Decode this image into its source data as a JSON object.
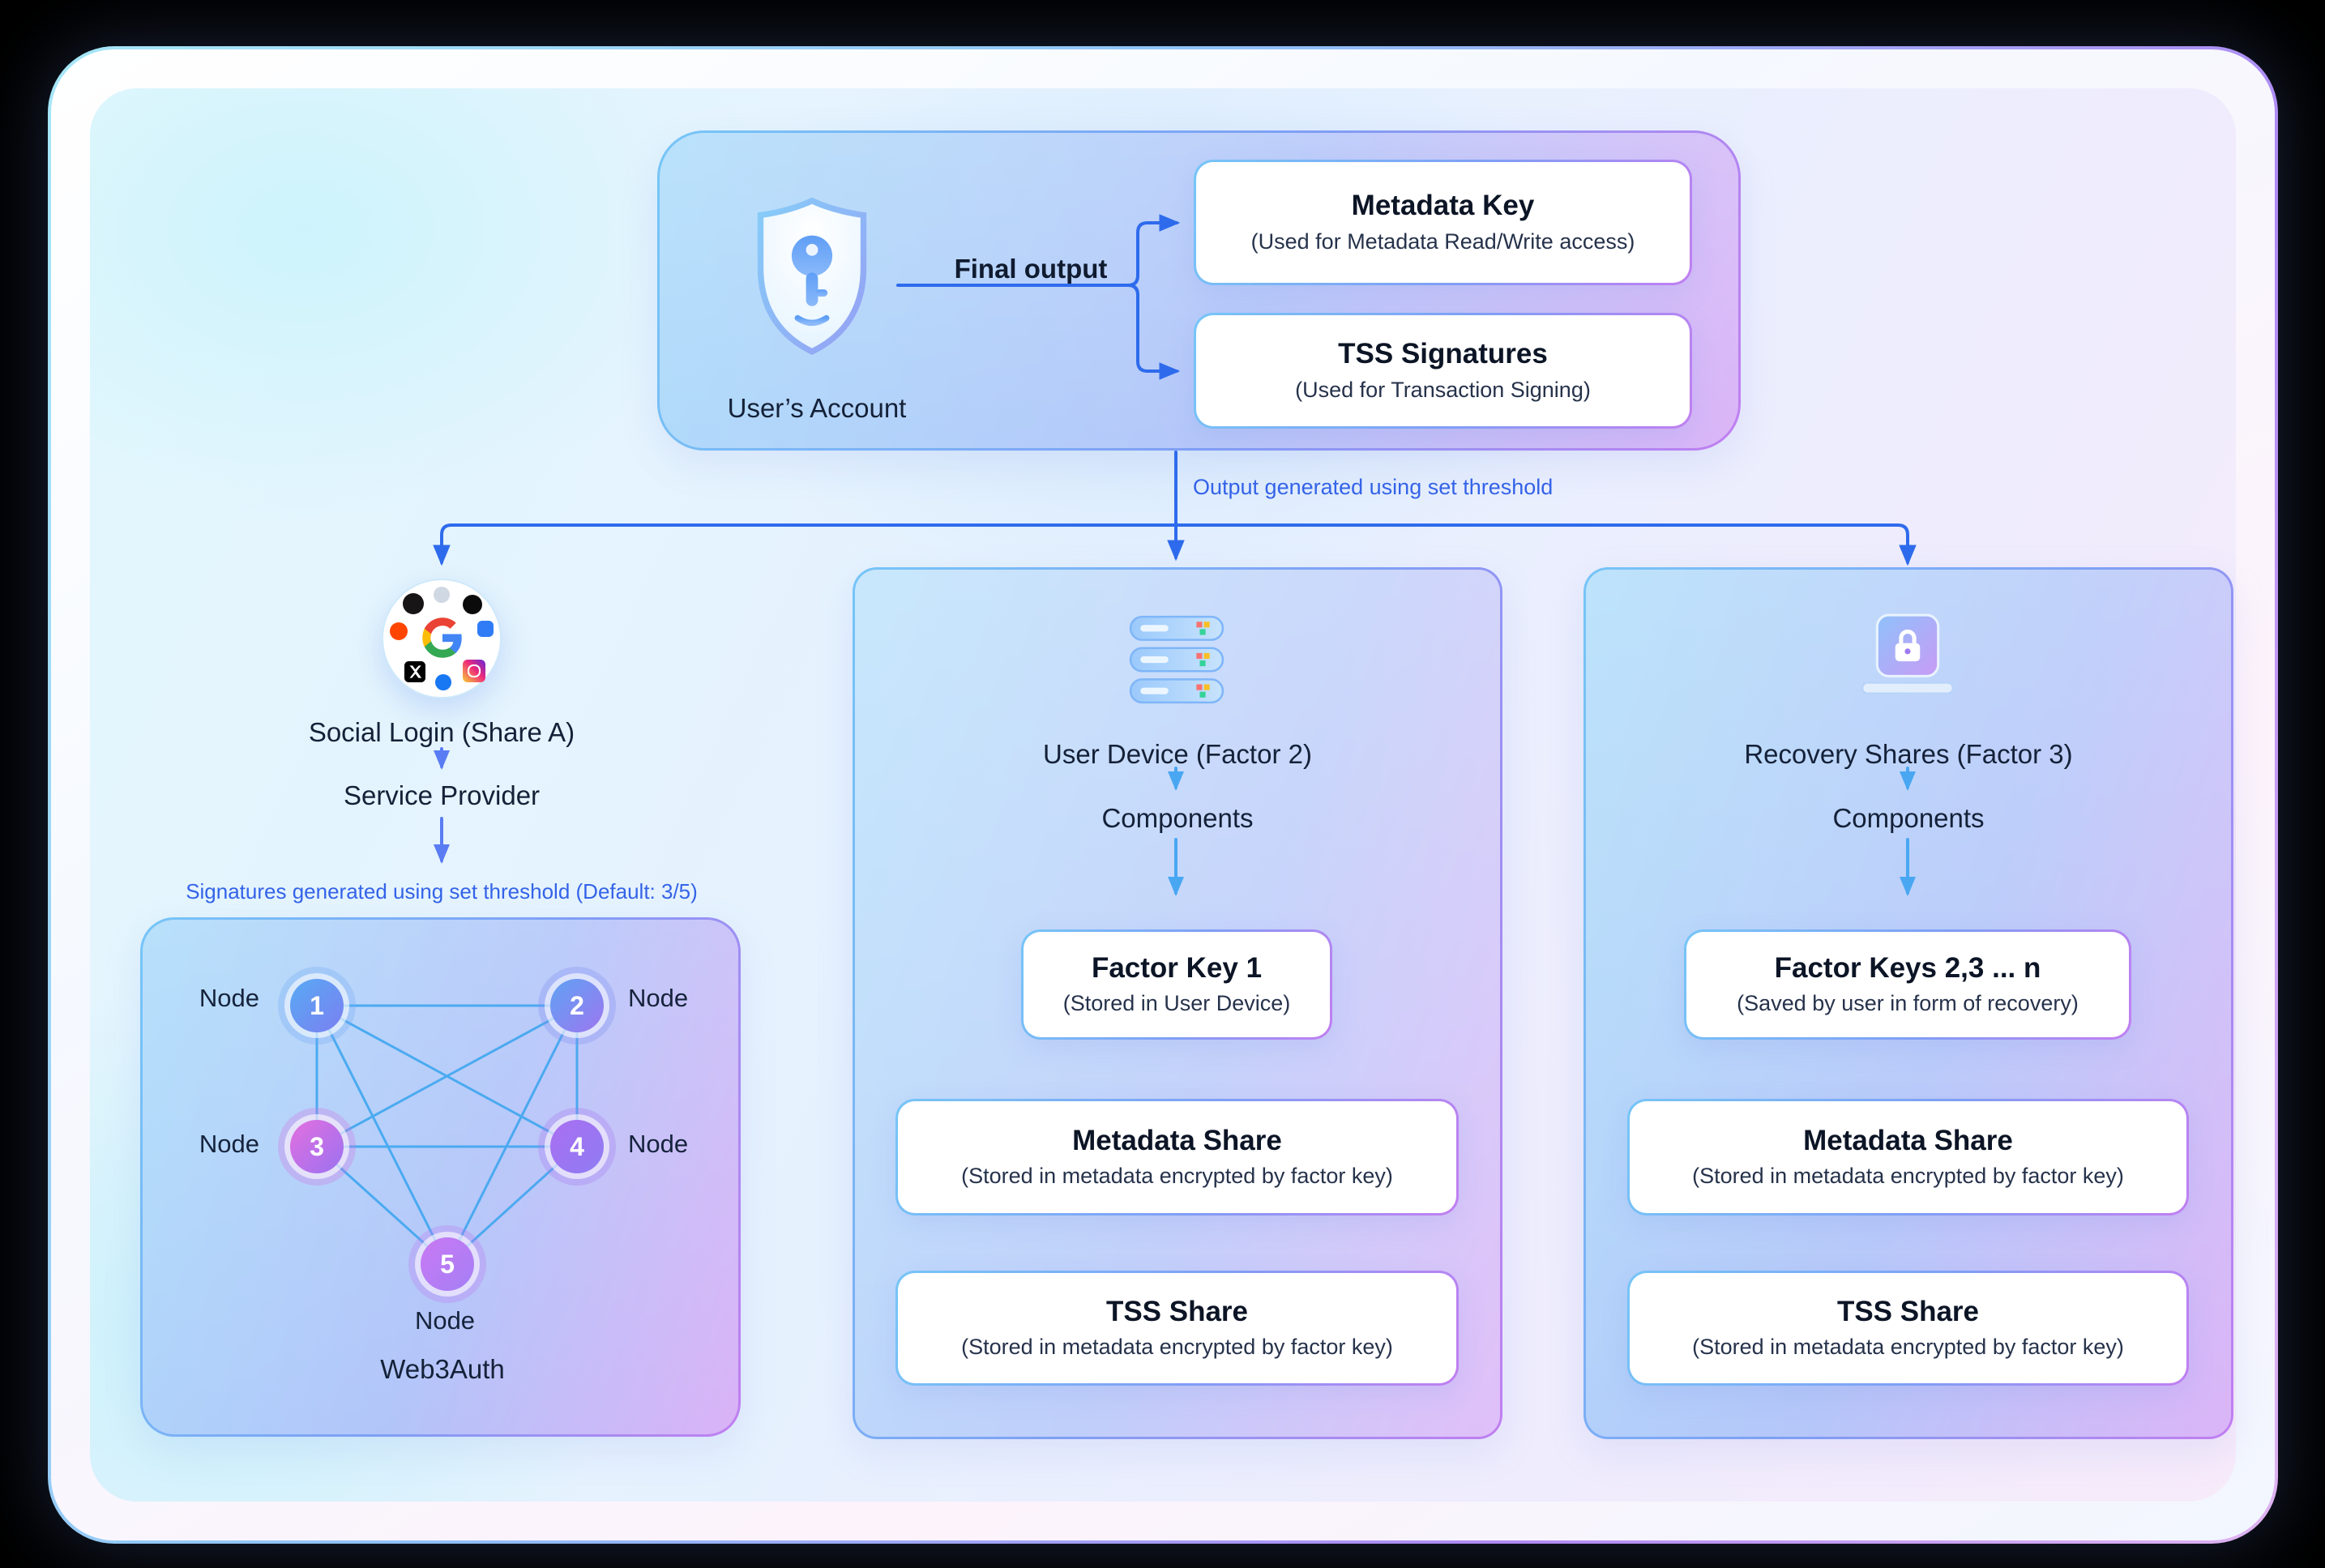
{
  "colors": {
    "arrow_blue": "#2e6bec",
    "column_arrow_blue": "#49a7f2",
    "label_blue": "#3463e8",
    "border_gradient": [
      "#76c5f7",
      "#7f9ef5",
      "#c17ff1"
    ],
    "page_background": "#000000"
  },
  "top_panel": {
    "account_label": "User’s Account",
    "final_output_label": "Final output",
    "metadata_key": {
      "title": "Metadata Key",
      "subtitle": "(Used for Metadata Read/Write access)"
    },
    "tss_signatures": {
      "title": "TSS Signatures",
      "subtitle": "(Used for Transaction Signing)"
    }
  },
  "flow": {
    "threshold_label": "Output generated using set threshold"
  },
  "social": {
    "title": "Social Login (Share A)",
    "provider_label": "Service Provider",
    "signatures_label": "Signatures generated using set threshold (Default: 3/5)",
    "network": {
      "nodes": [
        {
          "id": "1",
          "label": "Node"
        },
        {
          "id": "2",
          "label": "Node"
        },
        {
          "id": "3",
          "label": "Node"
        },
        {
          "id": "4",
          "label": "Node"
        },
        {
          "id": "5",
          "label": "Node"
        }
      ],
      "caption": "Web3Auth"
    }
  },
  "device": {
    "title": "User Device (Factor 2)",
    "components_label": "Components",
    "cards": [
      {
        "title": "Factor Key 1",
        "subtitle": "(Stored in User Device)"
      },
      {
        "title": "Metadata Share",
        "subtitle": "(Stored in metadata encrypted by factor key)"
      },
      {
        "title": "TSS Share",
        "subtitle": "(Stored in metadata encrypted by factor key)"
      }
    ]
  },
  "recovery": {
    "title": "Recovery Shares (Factor 3)",
    "components_label": "Components",
    "cards": [
      {
        "title": "Factor Keys 2,3 ... n",
        "subtitle": "(Saved by user in form of recovery)"
      },
      {
        "title": "Metadata Share",
        "subtitle": "(Stored in metadata encrypted by factor key)"
      },
      {
        "title": "TSS Share",
        "subtitle": "(Stored in metadata encrypted by factor key)"
      }
    ]
  }
}
